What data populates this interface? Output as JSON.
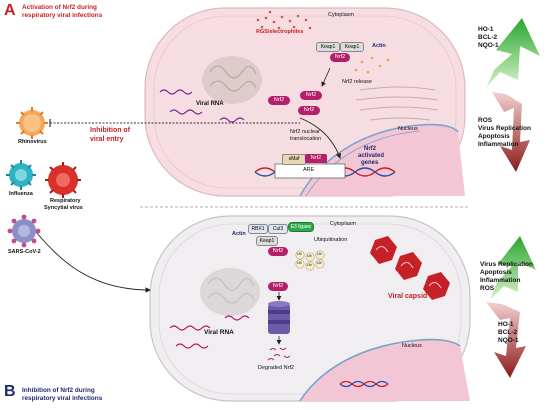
{
  "panel_a": {
    "letter": "A",
    "title_line1": "Activation of Nrf2 during",
    "title_line2": "respiratory viral infections",
    "cytoplasm": "Cytoplasm",
    "rgs": "RGS/electrophiles",
    "keap1_a": "Keap1",
    "keap1_b": "Keap1",
    "nrf2": "Nrf2",
    "actin": "Actin",
    "nrf2_release": "Nrf2 release",
    "viral_rna": "Viral RNA",
    "nrf2_translocation_line1": "Nrf2 nuclear",
    "nrf2_translocation_line2": "translocation",
    "nucleus": "Nucleus",
    "activated_line1": "Nrf2",
    "activated_line2": "activated",
    "activated_line3": "genes",
    "smaf": "sMaf",
    "are": "ARE",
    "up_genes": [
      "HO-1",
      "BCL-2",
      "NQO-1"
    ],
    "down_effects": [
      "ROS",
      "Virus Replication",
      "Apoptosis",
      "Inflammation"
    ]
  },
  "inhibition": {
    "line1": "Inhibition of",
    "line2": "viral entry"
  },
  "viruses": {
    "rhinovirus": "Rhinovirus",
    "influenza": "Influenza",
    "rsv_line1": "Respiratory",
    "rsv_line2": "Syncytial virus",
    "sars": "SARS-CoV-2"
  },
  "panel_b": {
    "letter": "B",
    "title_line1": "Inhibition of Nrf2 during",
    "title_line2": "respiratory viral infections",
    "cytoplasm": "Cytoplasm",
    "rbx1": "RBX1",
    "cul3": "Cul3",
    "e3": "E3 ligase",
    "keap1": "Keap1",
    "nrf2": "Nrf2",
    "actin": "Actin",
    "ubiquitination": "Ubiquitination",
    "ub": "Ub",
    "viral_capsid": "Viral capsid",
    "viral_rna": "Viral RNA",
    "degraded": "Degraded Nrf2",
    "nucleus": "Nucleus",
    "up_effects": [
      "Virus Replication",
      "Apoptosis",
      "Inflammation",
      "ROS"
    ],
    "down_genes": [
      "HO-1",
      "BCL-2",
      "NQO-1"
    ]
  },
  "colors": {
    "accent_red": "#c62127",
    "nrf2_magenta": "#b41f6b",
    "navy": "#1e2a6e",
    "cell_pink": "#f6dde2",
    "nucleus_pink": "#f3c6d6",
    "arrow_green": "#3fa535",
    "arrow_darkred": "#8b1a1a"
  }
}
